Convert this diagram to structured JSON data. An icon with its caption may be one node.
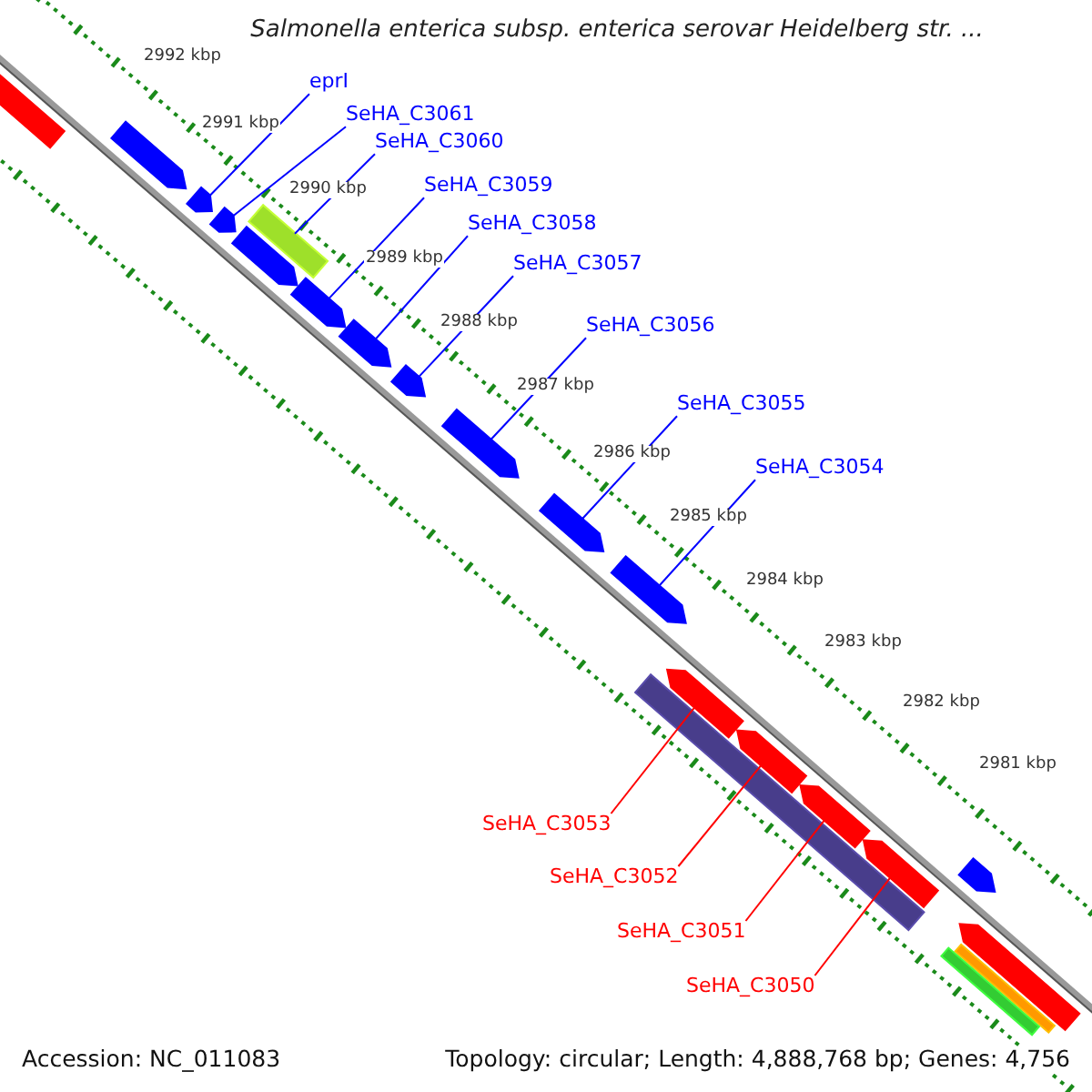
{
  "diagram": {
    "title": "Salmonella enterica subsp. enterica serovar Heidelberg str. ...",
    "nodes": [
      {
        "text": [
          "eprI"
        ]
      },
      {
        "text": [
          "SeHA_C3061"
        ]
      },
      {
        "text": [
          "SeHA_C3060"
        ]
      },
      {
        "text": [
          "SeHA_C3059"
        ]
      },
      {
        "text": [
          "SeHA_C3058"
        ]
      },
      {
        "text": [
          "SeHA_C3057"
        ]
      },
      {
        "text": [
          "SeHA_C3056"
        ]
      },
      {
        "text": [
          "SeHA_C3055"
        ]
      },
      {
        "text": [
          "SeHA_C3054"
        ]
      },
      {
        "text": [
          "SeHA_C3053"
        ]
      },
      {
        "text": [
          "SeHA_C3052"
        ]
      },
      {
        "text": [
          "SeHA_C3051"
        ]
      },
      {
        "text": [
          "SeHA_C3050"
        ]
      },
      {
        "text": [],
        "shape": "arrow"
      },
      {
        "text": [],
        "shape": "arrow"
      },
      {
        "text": [],
        "shape": "arrow"
      },
      {
        "text": [],
        "shape": "arrow"
      },
      {
        "text": [],
        "shape": "arrow"
      },
      {
        "text": [],
        "shape": "arrow"
      },
      {
        "text": [],
        "shape": "arrow"
      },
      {
        "text": [],
        "shape": "arrow"
      },
      {
        "text": [],
        "shape": "arrow"
      },
      {
        "text": [],
        "shape": "arrow"
      },
      {
        "text": [],
        "shape": "arrow"
      },
      {
        "text": [],
        "shape": "arrow"
      },
      {
        "text": [],
        "shape": "bar"
      },
      {
        "text": [],
        "shape": "arrow"
      },
      {
        "text": [],
        "shape": "arrow"
      },
      {
        "text": [],
        "shape": "arrow"
      },
      {
        "text": [],
        "shape": "arrow"
      },
      {
        "text": [],
        "shape": "arrow"
      },
      {
        "text": [],
        "shape": "bar"
      },
      {
        "text": [],
        "shape": "bar"
      },
      {
        "text": [],
        "shape": "bar"
      }
    ],
    "edges": [
      {
        "from": 0,
        "to": 15,
        "arrow": "none"
      },
      {
        "from": 1,
        "to": 16,
        "arrow": "none"
      },
      {
        "from": 2,
        "to": 25,
        "arrow": "none"
      },
      {
        "from": 3,
        "to": 18,
        "arrow": "none"
      },
      {
        "from": 4,
        "to": 19,
        "arrow": "none"
      },
      {
        "from": 5,
        "to": 20,
        "arrow": "none"
      },
      {
        "from": 6,
        "to": 21,
        "arrow": "none"
      },
      {
        "from": 7,
        "to": 22,
        "arrow": "none"
      },
      {
        "from": 8,
        "to": 23,
        "arrow": "none"
      },
      {
        "from": 9,
        "to": 26,
        "arrow": "none",
        "color": "#ff0000"
      },
      {
        "from": 10,
        "to": 27,
        "arrow": "none",
        "color": "#ff0000"
      },
      {
        "from": 11,
        "to": 28,
        "arrow": "none",
        "color": "#ff0000"
      },
      {
        "from": 12,
        "to": 29,
        "arrow": "none",
        "color": "#ff0000"
      }
    ],
    "labels": [
      "2992 kbp",
      "2991 kbp",
      "2990 kbp",
      "2989 kbp",
      "2988 kbp",
      "2987 kbp",
      "2986 kbp",
      "2985 kbp",
      "2984 kbp",
      "2983 kbp",
      "2982 kbp",
      "2981 kbp",
      "Accession: NC_011083",
      "Topology: circular; Length: 4,888,768 bp; Genes: 4,756"
    ]
  }
}
